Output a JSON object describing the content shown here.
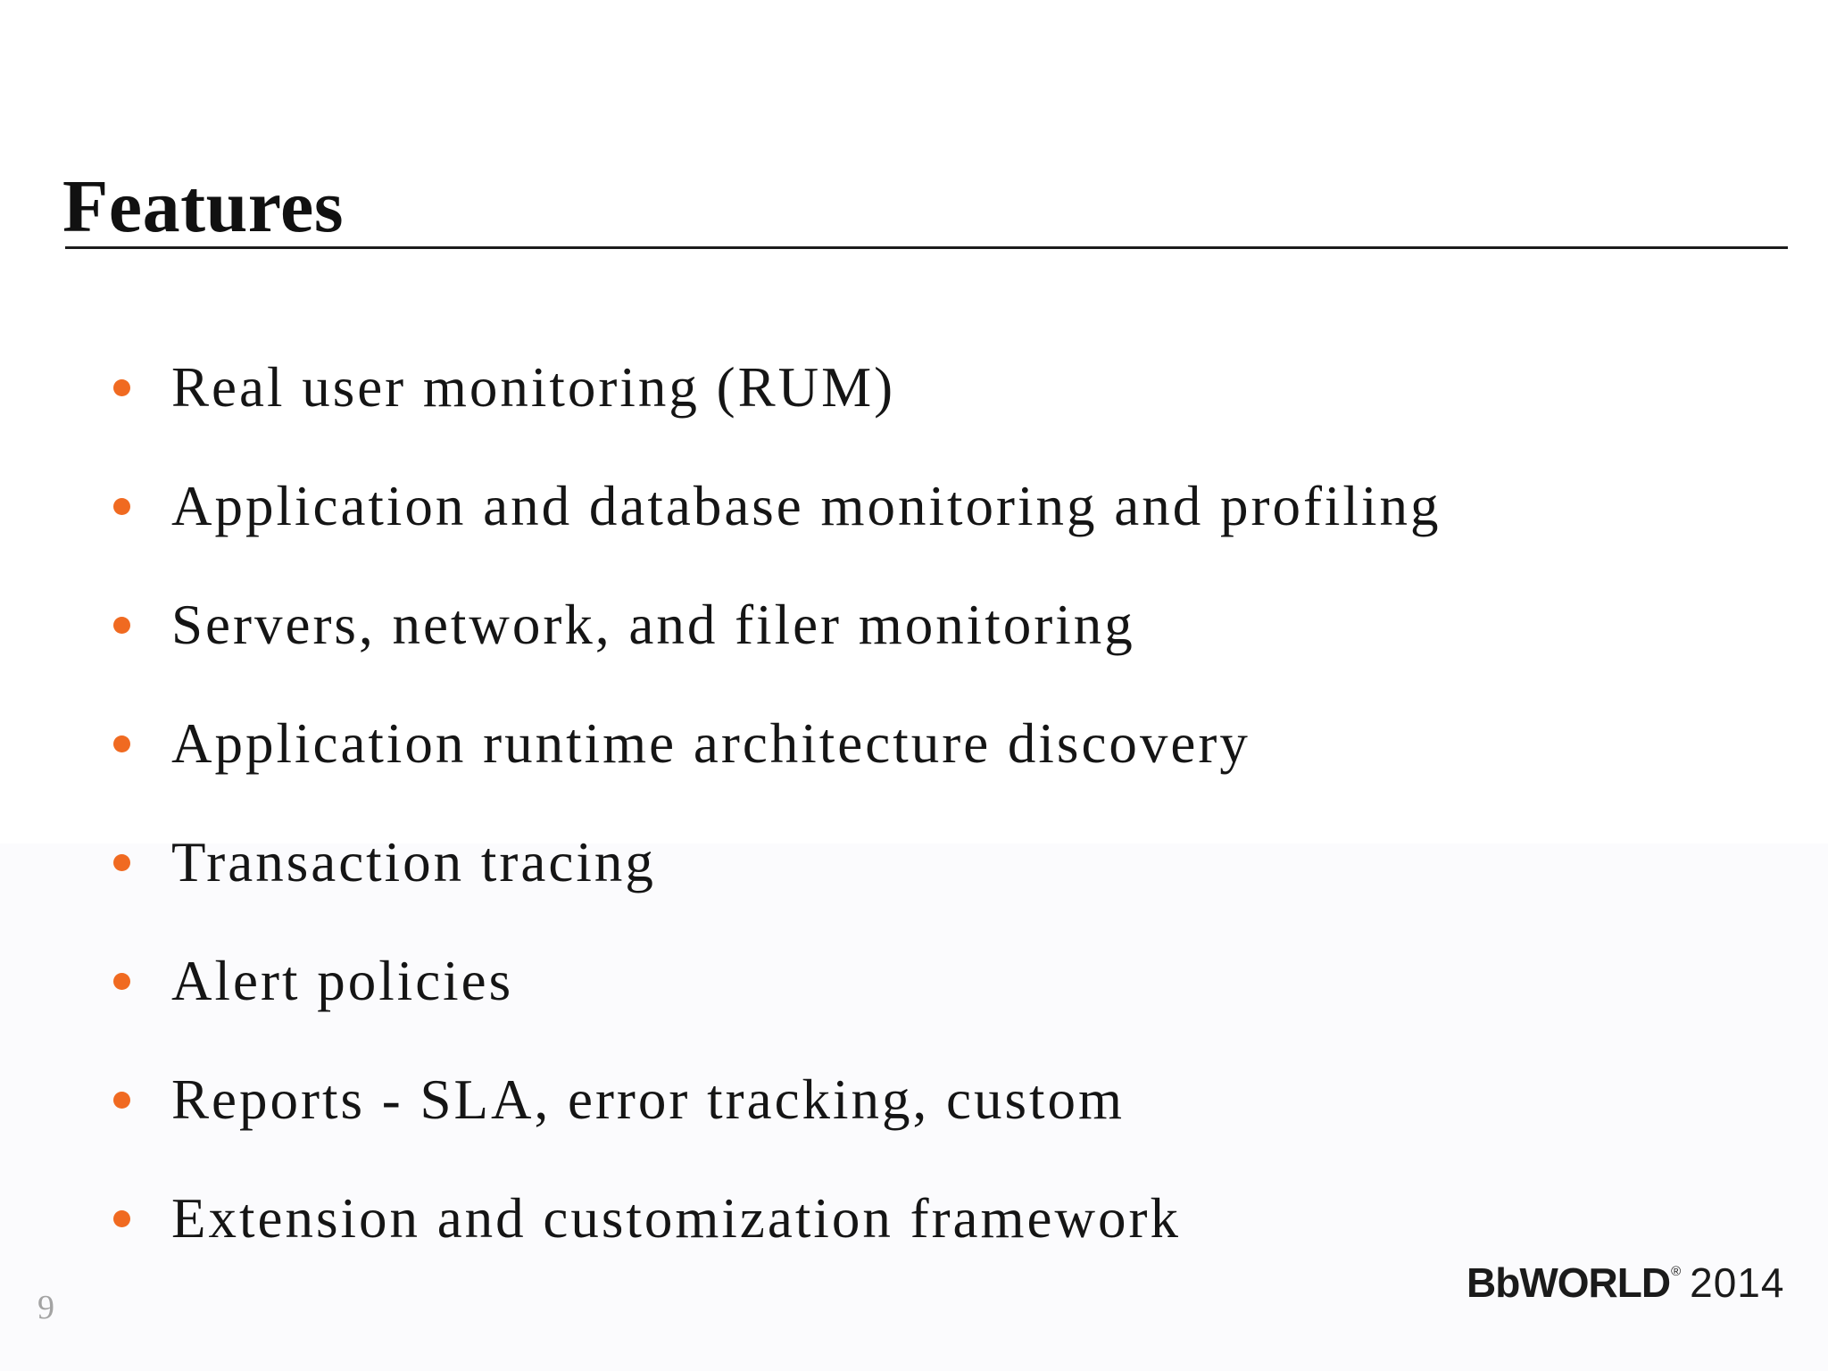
{
  "slide": {
    "title": "Features",
    "bullets": [
      "Real user monitoring (RUM)",
      "Application and database monitoring and profiling",
      "Servers, network, and filer monitoring",
      "Application runtime architecture discovery",
      "Transaction tracing",
      "Alert policies",
      "Reports - SLA, error tracking, custom",
      "Extension and customization framework"
    ],
    "page_number": "9",
    "logo": {
      "brand": "BbWORLD",
      "registered_mark": "®",
      "year": "2014"
    },
    "colors": {
      "bullet": "#f06a21",
      "title_text": "#111111",
      "body_text": "#151515",
      "divider": "#1c1c1c",
      "page_number": "#a3a3a3",
      "logo_text": "#1b1b1b",
      "background": "#ffffff"
    }
  }
}
